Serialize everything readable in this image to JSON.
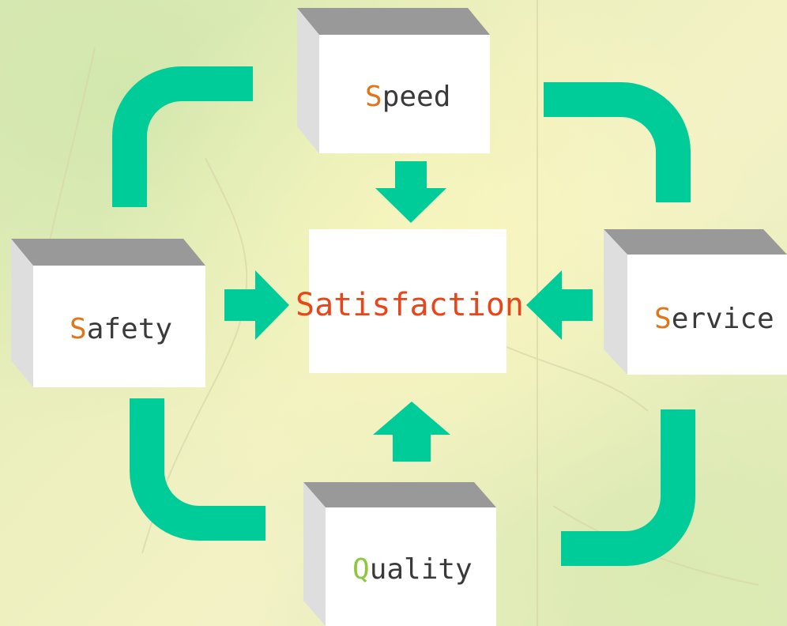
{
  "diagram": {
    "center": {
      "label": "Satisfaction",
      "color": "#e8461a"
    },
    "nodes": [
      {
        "id": "speed",
        "initial": "S",
        "rest": "peed",
        "initial_color": "#e0761a"
      },
      {
        "id": "safety",
        "initial": "S",
        "rest": "afety",
        "initial_color": "#e0761a"
      },
      {
        "id": "service",
        "initial": "S",
        "rest": "ervice",
        "initial_color": "#e0761a"
      },
      {
        "id": "quality",
        "initial": "Q",
        "rest": "uality",
        "initial_color": "#8cc83c"
      }
    ],
    "connector_color": "#00cc99",
    "arrow_color": "#00cc99",
    "box_top_color": "#999999",
    "box_side_color": "#dedede",
    "box_front_color": "#ffffff"
  }
}
